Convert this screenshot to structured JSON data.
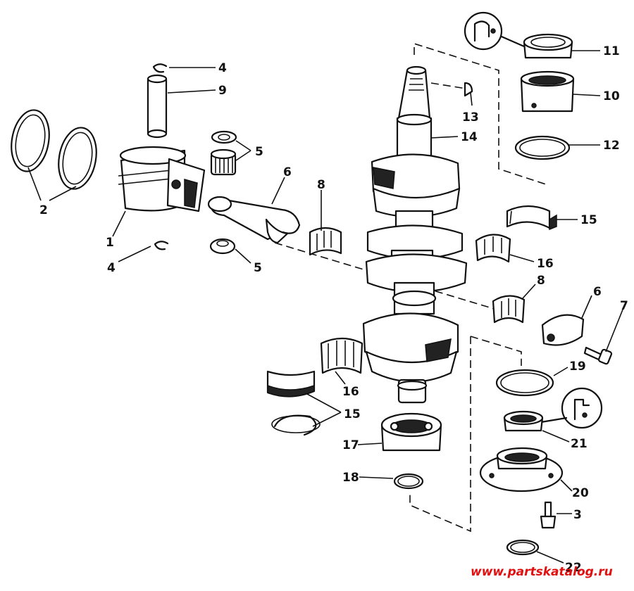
{
  "callouts": [
    {
      "id": "c1",
      "text": "1"
    },
    {
      "id": "c2",
      "text": "2"
    },
    {
      "id": "c3",
      "text": "3"
    },
    {
      "id": "c4a",
      "text": "4"
    },
    {
      "id": "c4b",
      "text": "4"
    },
    {
      "id": "c5a",
      "text": "5"
    },
    {
      "id": "c5b",
      "text": "5"
    },
    {
      "id": "c6a",
      "text": "6"
    },
    {
      "id": "c6b",
      "text": "6"
    },
    {
      "id": "c7",
      "text": "7"
    },
    {
      "id": "c8a",
      "text": "8"
    },
    {
      "id": "c8b",
      "text": "8"
    },
    {
      "id": "c9",
      "text": "9"
    },
    {
      "id": "c10",
      "text": "10"
    },
    {
      "id": "c11",
      "text": "11"
    },
    {
      "id": "c12",
      "text": "12"
    },
    {
      "id": "c13",
      "text": "13"
    },
    {
      "id": "c14",
      "text": "14"
    },
    {
      "id": "c15a",
      "text": "15"
    },
    {
      "id": "c15b",
      "text": "15"
    },
    {
      "id": "c16a",
      "text": "16"
    },
    {
      "id": "c16b",
      "text": "16"
    },
    {
      "id": "c17",
      "text": "17"
    },
    {
      "id": "c18",
      "text": "18"
    },
    {
      "id": "c19",
      "text": "19"
    },
    {
      "id": "c20",
      "text": "20"
    },
    {
      "id": "c21",
      "text": "21"
    },
    {
      "id": "c22",
      "text": "22"
    }
  ],
  "watermark": "www.partskatalog.ru"
}
